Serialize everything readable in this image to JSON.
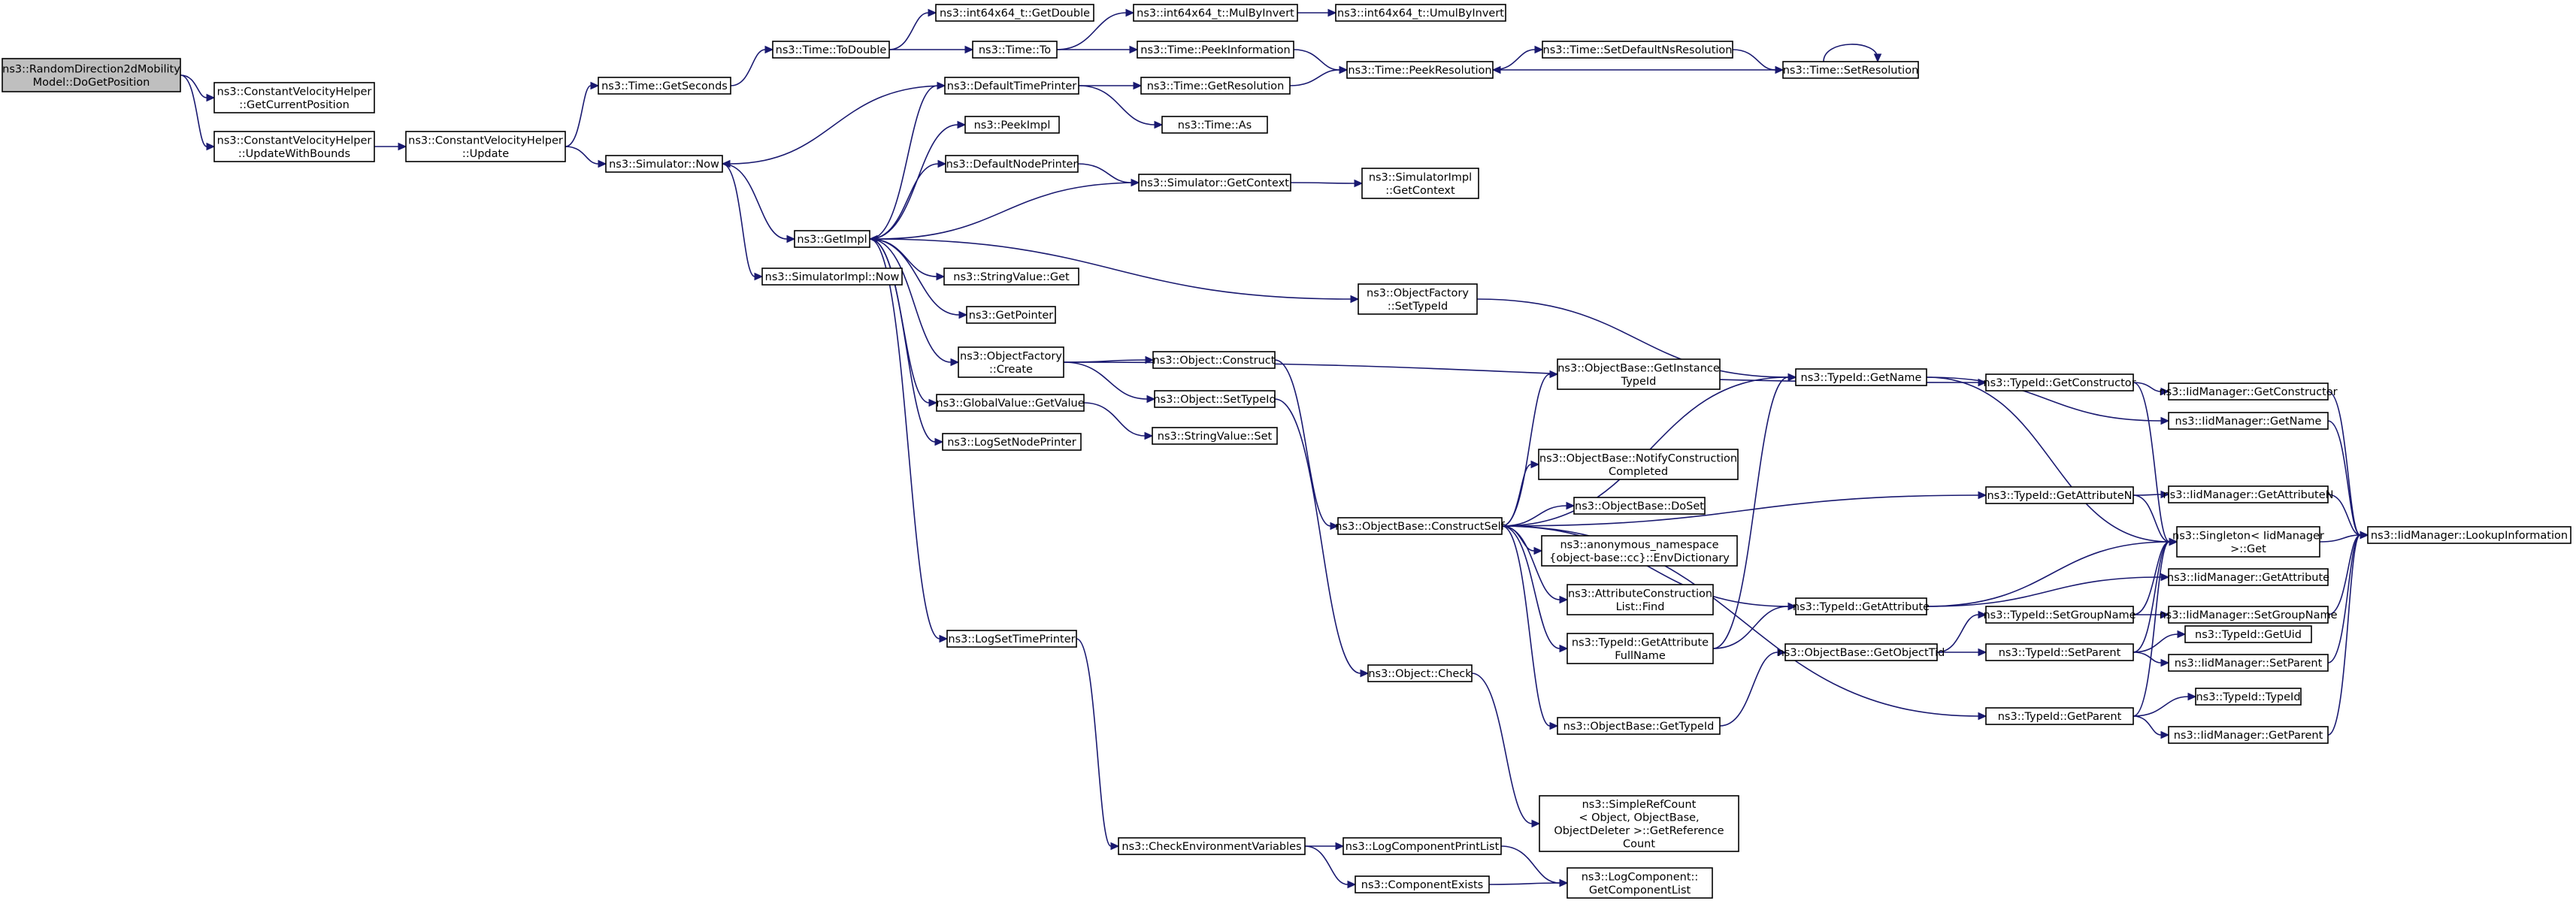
{
  "graph": {
    "nodes": [
      {
        "id": "root",
        "lines": [
          "ns3::RandomDirection2dMobility",
          "Model::DoGetPosition"
        ],
        "root": true
      },
      {
        "id": "cvh_getpos",
        "lines": [
          "ns3::ConstantVelocityHelper",
          "::GetCurrentPosition"
        ]
      },
      {
        "id": "cvh_upb",
        "lines": [
          "ns3::ConstantVelocityHelper",
          "::UpdateWithBounds"
        ]
      },
      {
        "id": "cvh_up",
        "lines": [
          "ns3::ConstantVelocityHelper",
          "::Update"
        ]
      },
      {
        "id": "getseconds",
        "lines": [
          "ns3::Time::GetSeconds"
        ]
      },
      {
        "id": "simnow",
        "lines": [
          "ns3::Simulator::Now"
        ]
      },
      {
        "id": "todouble",
        "lines": [
          "ns3::Time::ToDouble"
        ]
      },
      {
        "id": "i64getdouble",
        "lines": [
          "ns3::int64x64_t::GetDouble"
        ]
      },
      {
        "id": "timeto",
        "lines": [
          "ns3::Time::To"
        ]
      },
      {
        "id": "mulbyinvert",
        "lines": [
          "ns3::int64x64_t::MulByInvert"
        ]
      },
      {
        "id": "umulbyinvert",
        "lines": [
          "ns3::int64x64_t::UmulByInvert"
        ]
      },
      {
        "id": "peekinfo",
        "lines": [
          "ns3::Time::PeekInformation"
        ]
      },
      {
        "id": "peekres",
        "lines": [
          "ns3::Time::PeekResolution"
        ]
      },
      {
        "id": "setdefres",
        "lines": [
          "ns3::Time::SetDefaultNsResolution"
        ]
      },
      {
        "id": "setres",
        "lines": [
          "ns3::Time::SetResolution"
        ]
      },
      {
        "id": "deftp",
        "lines": [
          "ns3::DefaultTimePrinter"
        ]
      },
      {
        "id": "getres",
        "lines": [
          "ns3::Time::GetResolution"
        ]
      },
      {
        "id": "timeas",
        "lines": [
          "ns3::Time::As"
        ]
      },
      {
        "id": "peekimpl",
        "lines": [
          "ns3::PeekImpl"
        ]
      },
      {
        "id": "defnp",
        "lines": [
          "ns3::DefaultNodePrinter"
        ]
      },
      {
        "id": "simgetctx",
        "lines": [
          "ns3::Simulator::GetContext"
        ]
      },
      {
        "id": "simimplgetctx",
        "lines": [
          "ns3::SimulatorImpl",
          "::GetContext"
        ]
      },
      {
        "id": "getimpl",
        "lines": [
          "ns3::GetImpl"
        ]
      },
      {
        "id": "simimplnow",
        "lines": [
          "ns3::SimulatorImpl::Now"
        ]
      },
      {
        "id": "strget",
        "lines": [
          "ns3::StringValue::Get"
        ]
      },
      {
        "id": "getpointer",
        "lines": [
          "ns3::GetPointer"
        ]
      },
      {
        "id": "ofcreate",
        "lines": [
          "ns3::ObjectFactory",
          "::Create"
        ]
      },
      {
        "id": "gvgetvalue",
        "lines": [
          "ns3::GlobalValue::GetValue"
        ]
      },
      {
        "id": "logsetnp",
        "lines": [
          "ns3::LogSetNodePrinter"
        ]
      },
      {
        "id": "logsettp",
        "lines": [
          "ns3::LogSetTimePrinter"
        ]
      },
      {
        "id": "checkenv",
        "lines": [
          "ns3::CheckEnvironmentVariables"
        ]
      },
      {
        "id": "ofsettid",
        "lines": [
          "ns3::ObjectFactory",
          "::SetTypeId"
        ]
      },
      {
        "id": "objconstruct",
        "lines": [
          "ns3::Object::Construct"
        ]
      },
      {
        "id": "objsettid",
        "lines": [
          "ns3::Object::SetTypeId"
        ]
      },
      {
        "id": "strset",
        "lines": [
          "ns3::StringValue::Set"
        ]
      },
      {
        "id": "objcheck",
        "lines": [
          "ns3::Object::Check"
        ]
      },
      {
        "id": "obconstructself",
        "lines": [
          "ns3::ObjectBase::ConstructSelf"
        ]
      },
      {
        "id": "logcpl",
        "lines": [
          "ns3::LogComponentPrintList"
        ]
      },
      {
        "id": "compexists",
        "lines": [
          "ns3::ComponentExists"
        ]
      },
      {
        "id": "obgetinsttid",
        "lines": [
          "ns3::ObjectBase::GetInstance",
          "TypeId"
        ]
      },
      {
        "id": "obnotify",
        "lines": [
          "ns3::ObjectBase::NotifyConstruction",
          "Completed"
        ]
      },
      {
        "id": "obdoset",
        "lines": [
          "ns3::ObjectBase::DoSet"
        ]
      },
      {
        "id": "anonenv",
        "lines": [
          "ns3::anonymous_namespace",
          "{object-base::cc}::EnvDictionary"
        ]
      },
      {
        "id": "acfind",
        "lines": [
          "ns3::AttributeConstruction",
          "List::Find"
        ]
      },
      {
        "id": "tidgetattrfull",
        "lines": [
          "ns3::TypeId::GetAttribute",
          "FullName"
        ]
      },
      {
        "id": "obgettid",
        "lines": [
          "ns3::ObjectBase::GetTypeId"
        ]
      },
      {
        "id": "simplerefcount",
        "lines": [
          "ns3::SimpleRefCount",
          "< Object, ObjectBase,",
          "ObjectDeleter >::GetReference",
          "Count"
        ]
      },
      {
        "id": "lcgetlist",
        "lines": [
          "ns3::LogComponent::",
          "GetComponentList"
        ]
      },
      {
        "id": "tidgetname",
        "lines": [
          "ns3::TypeId::GetName"
        ]
      },
      {
        "id": "tidgetattr",
        "lines": [
          "ns3::TypeId::GetAttribute"
        ]
      },
      {
        "id": "obgetobjtid",
        "lines": [
          "ns3::ObjectBase::GetObjectTid"
        ]
      },
      {
        "id": "tidgetctor",
        "lines": [
          "ns3::TypeId::GetConstructor"
        ]
      },
      {
        "id": "tidgetattrn",
        "lines": [
          "ns3::TypeId::GetAttributeN"
        ]
      },
      {
        "id": "tidsetgroup",
        "lines": [
          "ns3::TypeId::SetGroupName"
        ]
      },
      {
        "id": "tidsetparent",
        "lines": [
          "ns3::TypeId::SetParent"
        ]
      },
      {
        "id": "tidgetparent",
        "lines": [
          "ns3::TypeId::GetParent"
        ]
      },
      {
        "id": "iidgetctor",
        "lines": [
          "ns3::IidManager::GetConstructor"
        ]
      },
      {
        "id": "iidgetname",
        "lines": [
          "ns3::IidManager::GetName"
        ]
      },
      {
        "id": "singleton",
        "lines": [
          "ns3::Singleton< IidManager",
          ">::Get"
        ]
      },
      {
        "id": "iidgetattrn",
        "lines": [
          "ns3::IidManager::GetAttributeN"
        ]
      },
      {
        "id": "iidgetattr",
        "lines": [
          "ns3::IidManager::GetAttribute"
        ]
      },
      {
        "id": "iidsetgroup",
        "lines": [
          "ns3::IidManager::SetGroupName"
        ]
      },
      {
        "id": "tidgetuid",
        "lines": [
          "ns3::TypeId::GetUid"
        ]
      },
      {
        "id": "iidsetparent",
        "lines": [
          "ns3::IidManager::SetParent"
        ]
      },
      {
        "id": "tidtid",
        "lines": [
          "ns3::TypeId::TypeId"
        ]
      },
      {
        "id": "iidgetparent",
        "lines": [
          "ns3::IidManager::GetParent"
        ]
      },
      {
        "id": "iidlookup",
        "lines": [
          "ns3::IidManager::LookupInformation"
        ]
      }
    ],
    "edges": [
      [
        "root",
        "cvh_getpos"
      ],
      [
        "root",
        "cvh_upb"
      ],
      [
        "cvh_upb",
        "cvh_up"
      ],
      [
        "cvh_up",
        "getseconds"
      ],
      [
        "cvh_up",
        "simnow"
      ],
      [
        "getseconds",
        "todouble"
      ],
      [
        "todouble",
        "i64getdouble"
      ],
      [
        "todouble",
        "timeto"
      ],
      [
        "timeto",
        "mulbyinvert"
      ],
      [
        "timeto",
        "peekinfo"
      ],
      [
        "mulbyinvert",
        "umulbyinvert"
      ],
      [
        "peekinfo",
        "peekres"
      ],
      [
        "peekres",
        "setdefres"
      ],
      [
        "setdefres",
        "setres"
      ],
      [
        "setres",
        "peekres"
      ],
      [
        "setres",
        "setres"
      ],
      [
        "simnow",
        "getimpl"
      ],
      [
        "simnow",
        "simimplnow"
      ],
      [
        "deftp",
        "simnow"
      ],
      [
        "deftp",
        "getres"
      ],
      [
        "deftp",
        "timeas"
      ],
      [
        "getres",
        "peekres"
      ],
      [
        "getimpl",
        "deftp"
      ],
      [
        "getimpl",
        "peekimpl"
      ],
      [
        "getimpl",
        "defnp"
      ],
      [
        "getimpl",
        "strget"
      ],
      [
        "getimpl",
        "getpointer"
      ],
      [
        "getimpl",
        "ofcreate"
      ],
      [
        "getimpl",
        "gvgetvalue"
      ],
      [
        "getimpl",
        "logsetnp"
      ],
      [
        "getimpl",
        "logsettp"
      ],
      [
        "getimpl",
        "ofsettid"
      ],
      [
        "defnp",
        "simgetctx"
      ],
      [
        "simgetctx",
        "simimplgetctx"
      ],
      [
        "simgetctx",
        "getimpl"
      ],
      [
        "logsettp",
        "checkenv"
      ],
      [
        "checkenv",
        "logcpl"
      ],
      [
        "checkenv",
        "compexists"
      ],
      [
        "logcpl",
        "lcgetlist"
      ],
      [
        "compexists",
        "lcgetlist"
      ],
      [
        "ofcreate",
        "objconstruct"
      ],
      [
        "ofcreate",
        "objsettid"
      ],
      [
        "ofcreate",
        "tidgetctor"
      ],
      [
        "gvgetvalue",
        "strset"
      ],
      [
        "ofsettid",
        "tidgetname"
      ],
      [
        "objconstruct",
        "obconstructself"
      ],
      [
        "objsettid",
        "objcheck"
      ],
      [
        "objcheck",
        "simplerefcount"
      ],
      [
        "obconstructself",
        "obgetinsttid"
      ],
      [
        "obconstructself",
        "obnotify"
      ],
      [
        "obconstructself",
        "obdoset"
      ],
      [
        "obconstructself",
        "anonenv"
      ],
      [
        "obconstructself",
        "acfind"
      ],
      [
        "obconstructself",
        "tidgetattrfull"
      ],
      [
        "obconstructself",
        "obgettid"
      ],
      [
        "obconstructself",
        "tidgetname"
      ],
      [
        "obconstructself",
        "tidgetattrn"
      ],
      [
        "obconstructself",
        "tidgetattr"
      ],
      [
        "obconstructself",
        "tidgetparent"
      ],
      [
        "tidgetattrfull",
        "tidgetattr"
      ],
      [
        "tidgetattrfull",
        "tidgetname"
      ],
      [
        "obgettid",
        "obgetobjtid"
      ],
      [
        "obgetobjtid",
        "tidsetgroup"
      ],
      [
        "obgetobjtid",
        "tidsetparent"
      ],
      [
        "tidgetname",
        "iidgetname"
      ],
      [
        "tidgetname",
        "singleton"
      ],
      [
        "tidgetctor",
        "iidgetctor"
      ],
      [
        "tidgetctor",
        "singleton"
      ],
      [
        "tidgetattrn",
        "iidgetattrn"
      ],
      [
        "tidgetattrn",
        "singleton"
      ],
      [
        "tidgetattr",
        "iidgetattr"
      ],
      [
        "tidgetattr",
        "singleton"
      ],
      [
        "tidsetgroup",
        "iidsetgroup"
      ],
      [
        "tidsetgroup",
        "singleton"
      ],
      [
        "tidsetparent",
        "tidgetuid"
      ],
      [
        "tidsetparent",
        "iidsetparent"
      ],
      [
        "tidsetparent",
        "singleton"
      ],
      [
        "tidgetparent",
        "tidtid"
      ],
      [
        "tidgetparent",
        "iidgetparent"
      ],
      [
        "tidgetparent",
        "singleton"
      ],
      [
        "iidgetctor",
        "iidlookup"
      ],
      [
        "iidgetname",
        "iidlookup"
      ],
      [
        "iidgetattrn",
        "iidlookup"
      ],
      [
        "iidsetgroup",
        "iidlookup"
      ],
      [
        "iidsetparent",
        "iidlookup"
      ],
      [
        "iidgetparent",
        "iidlookup"
      ],
      [
        "singleton",
        "iidlookup"
      ]
    ]
  }
}
